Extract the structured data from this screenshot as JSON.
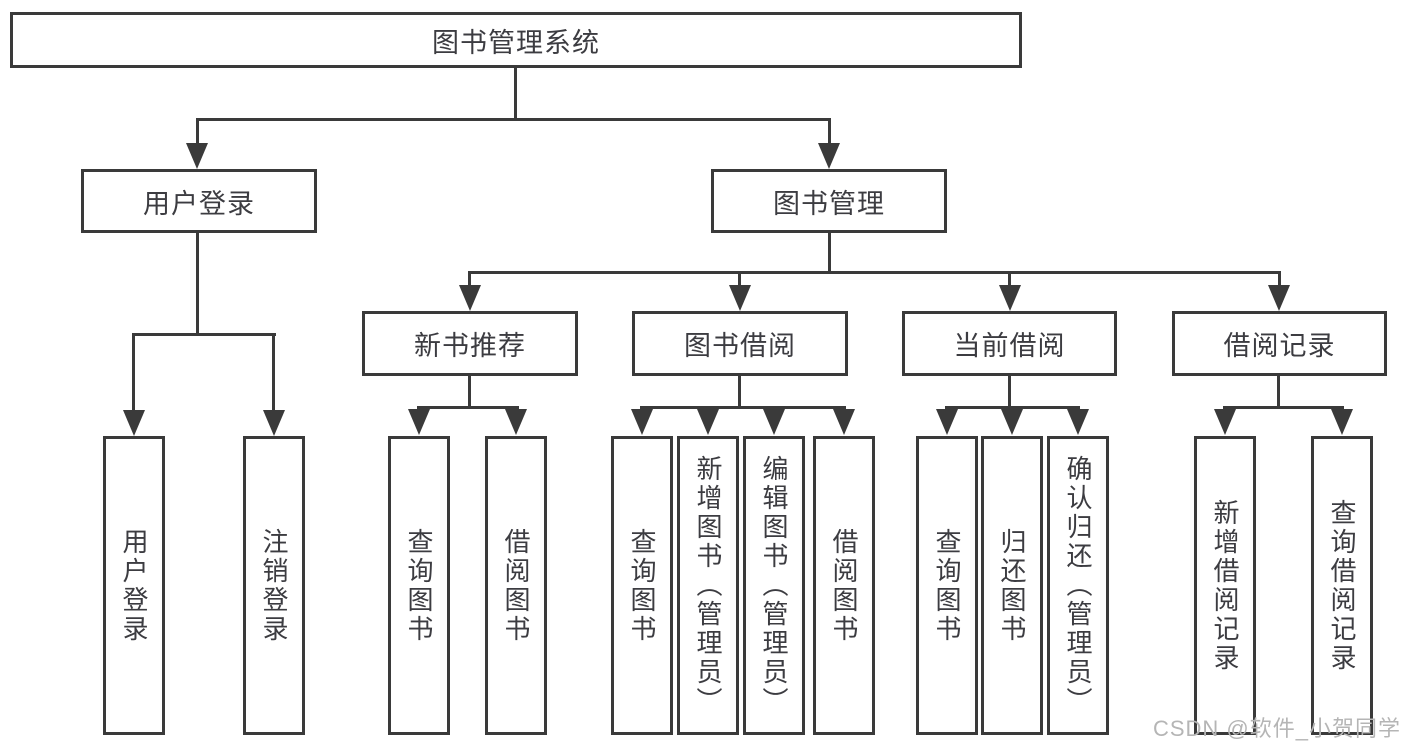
{
  "diagram": {
    "title": "图书管理系统",
    "level2": {
      "user_login": "用户登录",
      "book_mgmt": "图书管理"
    },
    "level3": {
      "new_books": "新书推荐",
      "borrowing": "图书借阅",
      "current": "当前借阅",
      "records": "借阅记录"
    },
    "leaves": {
      "user_login": "用户登录",
      "logout": "注销登录",
      "nb_query": "查询图书",
      "nb_borrow": "借阅图书",
      "bw_query": "查询图书",
      "bw_add": "新增图书（管理员）",
      "bw_edit": "编辑图书（管理员）",
      "bw_borrow": "借阅图书",
      "cur_query": "查询图书",
      "cur_return": "归还图书",
      "cur_confirm": "确认归还（管理员）",
      "rec_add": "新增借阅记录",
      "rec_query": "查询借阅记录"
    }
  },
  "watermark": "CSDN @软件_小贺同学",
  "colors": {
    "line": "#3a3a3a",
    "text": "#3c3c41",
    "watermark": "#b5b5b5"
  }
}
